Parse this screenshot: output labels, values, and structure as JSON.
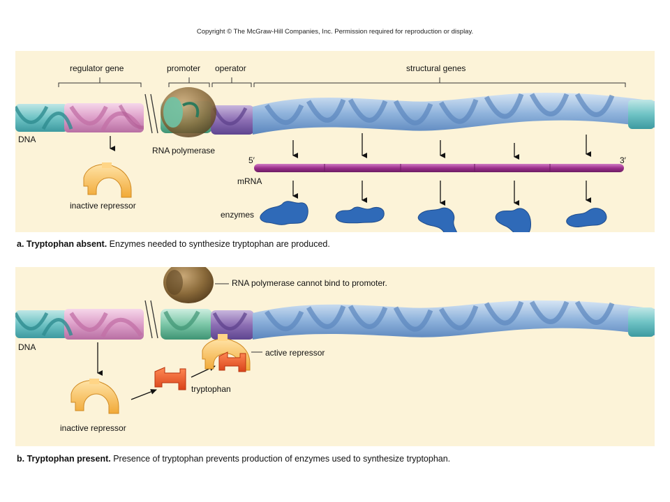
{
  "copyright": "Copyright © The McGraw-Hill Companies, Inc. Permission required for reproduction or display.",
  "panel_a": {
    "labels": {
      "regulator_gene": "regulator gene",
      "promoter": "promoter",
      "operator": "operator",
      "structural_genes": "structural genes",
      "dna": "DNA",
      "rna_polymerase": "RNA polymerase",
      "five_prime": "5′",
      "three_prime": "3′",
      "mrna": "mRNA",
      "enzymes": "enzymes",
      "inactive_repressor": "inactive repressor"
    },
    "caption_bold": "a. Tryptophan absent.",
    "caption_text": " Enzymes needed to synthesize tryptophan are produced."
  },
  "panel_b": {
    "labels": {
      "rna_polymerase_cannot_bind": "RNA polymerase cannot bind to promoter.",
      "dna": "DNA",
      "active_repressor": "active repressor",
      "tryptophan": "tryptophan",
      "inactive_repressor": "inactive repressor"
    },
    "caption_bold": "b. Tryptophan present.",
    "caption_text": " Presence of tryptophan prevents production of enzymes used to synthesize tryptophan."
  },
  "colors": {
    "panel_bg": "#fcf3d8",
    "dna_teal": "#6fc3c5",
    "dna_pink": "#dd9fc9",
    "dna_purple": "#8d6fb4",
    "dna_blue": "#8fb3dc",
    "promoter_green": "#7cc7a8",
    "mrna": "#9c2f8c",
    "enzyme": "#2f6ab8",
    "repressor": "#f6bf55",
    "tryptophan": "#ef5a22",
    "rna_polymerase": "#8a6a3a"
  }
}
